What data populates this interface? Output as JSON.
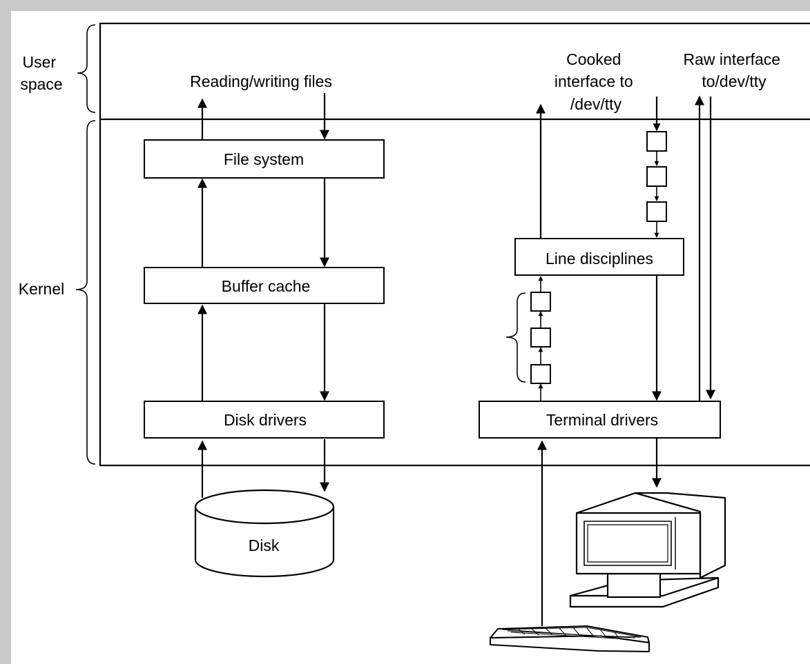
{
  "regions": {
    "user_space": [
      "User",
      "space"
    ],
    "kernel": "Kernel"
  },
  "labels": {
    "reading_writing_files": "Reading/writing files",
    "cooked_interface": [
      "Cooked",
      "interface to",
      "/dev/tty"
    ],
    "raw_interface": [
      "Raw interface",
      "to/dev/tty"
    ]
  },
  "boxes": {
    "file_system": "File system",
    "buffer_cache": "Buffer cache",
    "disk_drivers": "Disk drivers",
    "line_disciplines": "Line disciplines",
    "terminal_drivers": "Terminal drivers",
    "disk": "Disk"
  },
  "icons": [
    "disk-cylinder-icon",
    "computer-monitor-icon",
    "keyboard-icon"
  ]
}
